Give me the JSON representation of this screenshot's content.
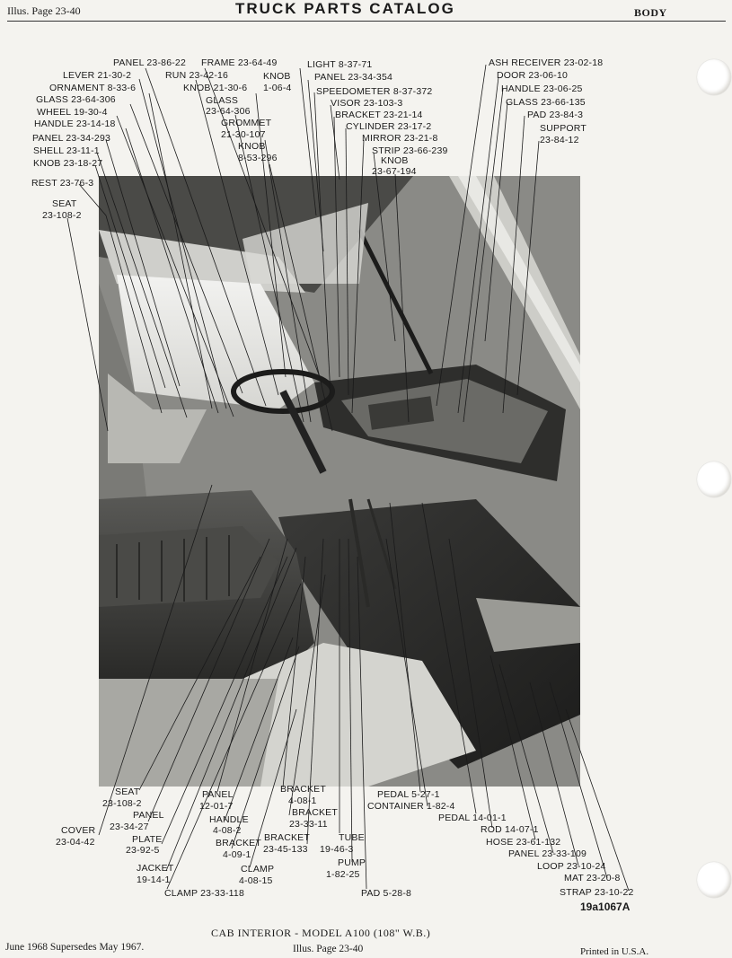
{
  "header": {
    "left": "Illus. Page 23-40",
    "center": "TRUCK PARTS CATALOG",
    "right": "BODY"
  },
  "callouts_top": [
    {
      "key": "panel_86_22",
      "text": "PANEL 23-86-22"
    },
    {
      "key": "frame",
      "text": "FRAME 23-64-49"
    },
    {
      "key": "lever",
      "text": "LEVER 21-30-2"
    },
    {
      "key": "run",
      "text": "RUN 23-42-16"
    },
    {
      "key": "knob_1064",
      "text": "KNOB"
    },
    {
      "key": "knob_1064b",
      "text": "1-06-4"
    },
    {
      "key": "ornament",
      "text": "ORNAMENT 8-33-6"
    },
    {
      "key": "knob_21306",
      "text": "KNOB 21-30-6"
    },
    {
      "key": "glass_306",
      "text": "GLASS 23-64-306"
    },
    {
      "key": "glass_center",
      "text": "GLASS"
    },
    {
      "key": "glass_center_b",
      "text": "23-64-306"
    },
    {
      "key": "wheel",
      "text": "WHEEL 19-30-4"
    },
    {
      "key": "handle_1418",
      "text": "HANDLE 23-14-18"
    },
    {
      "key": "grommet",
      "text": "GROMMET"
    },
    {
      "key": "grommet_b",
      "text": "21-30-107"
    },
    {
      "key": "panel_293",
      "text": "PANEL 23-34-293"
    },
    {
      "key": "knob_853",
      "text": "KNOB"
    },
    {
      "key": "knob_853b",
      "text": "8-53-296"
    },
    {
      "key": "shell",
      "text": "SHELL 23-11-1"
    },
    {
      "key": "knob_1827",
      "text": "KNOB 23-18-27"
    },
    {
      "key": "rest",
      "text": "REST 23-76-3"
    },
    {
      "key": "seat_top",
      "text": "SEAT"
    },
    {
      "key": "seat_top_b",
      "text": "23-108-2"
    },
    {
      "key": "light",
      "text": "LIGHT 8-37-71"
    },
    {
      "key": "panel_354",
      "text": "PANEL 23-34-354"
    },
    {
      "key": "speedometer",
      "text": "SPEEDOMETER 8-37-372"
    },
    {
      "key": "visor",
      "text": "VISOR 23-103-3"
    },
    {
      "key": "bracket_2114",
      "text": "BRACKET 23-21-14"
    },
    {
      "key": "cylinder",
      "text": "CYLINDER 23-17-2"
    },
    {
      "key": "mirror",
      "text": "MIRROR 23-21-8"
    },
    {
      "key": "strip",
      "text": "STRIP 23-66-239"
    },
    {
      "key": "knob_67",
      "text": "KNOB"
    },
    {
      "key": "knob_67b",
      "text": "23-67-194"
    },
    {
      "key": "ash",
      "text": "ASH RECEIVER 23-02-18"
    },
    {
      "key": "door",
      "text": "DOOR 23-06-10"
    },
    {
      "key": "handle_0625",
      "text": "HANDLE 23-06-25"
    },
    {
      "key": "glass_135",
      "text": "GLASS 23-66-135"
    },
    {
      "key": "pad_843",
      "text": "PAD 23-84-3"
    },
    {
      "key": "support",
      "text": "SUPPORT"
    },
    {
      "key": "support_b",
      "text": "23-84-12"
    }
  ],
  "callouts_bottom": [
    {
      "key": "seat_b1",
      "text": "SEAT"
    },
    {
      "key": "seat_b2",
      "text": "23-108-2"
    },
    {
      "key": "panel_27a",
      "text": "PANEL"
    },
    {
      "key": "panel_27b",
      "text": "23-34-27"
    },
    {
      "key": "cover_a",
      "text": "COVER"
    },
    {
      "key": "cover_b",
      "text": "23-04-42"
    },
    {
      "key": "plate_a",
      "text": "PLATE"
    },
    {
      "key": "plate_b",
      "text": "23-92-5"
    },
    {
      "key": "jacket_a",
      "text": "JACKET"
    },
    {
      "key": "jacket_b",
      "text": "19-14-1"
    },
    {
      "key": "clamp_118",
      "text": "CLAMP 23-33-118"
    },
    {
      "key": "panel_017a",
      "text": "PANEL"
    },
    {
      "key": "panel_017b",
      "text": "12-01-7"
    },
    {
      "key": "handle_082a",
      "text": "HANDLE"
    },
    {
      "key": "handle_082b",
      "text": "4-08-2"
    },
    {
      "key": "bracket_091a",
      "text": "BRACKET"
    },
    {
      "key": "bracket_091b",
      "text": "4-09-1"
    },
    {
      "key": "clamp_0815a",
      "text": "CLAMP"
    },
    {
      "key": "clamp_0815b",
      "text": "4-08-15"
    },
    {
      "key": "bracket_081a",
      "text": "BRACKET"
    },
    {
      "key": "bracket_081b",
      "text": "4-08-1"
    },
    {
      "key": "bracket_3311a",
      "text": "BRACKET"
    },
    {
      "key": "bracket_3311b",
      "text": "23-33-11"
    },
    {
      "key": "bracket_45a",
      "text": "BRACKET"
    },
    {
      "key": "bracket_45b",
      "text": "23-45-133"
    },
    {
      "key": "tube_a",
      "text": "TUBE"
    },
    {
      "key": "tube_b",
      "text": "19-46-3"
    },
    {
      "key": "pump_a",
      "text": "PUMP"
    },
    {
      "key": "pump_b",
      "text": "1-82-25"
    },
    {
      "key": "pad_288",
      "text": "PAD 5-28-8"
    },
    {
      "key": "pedal_271",
      "text": "PEDAL 5-27-1"
    },
    {
      "key": "container",
      "text": "CONTAINER 1-82-4"
    },
    {
      "key": "pedal_1401",
      "text": "PEDAL 14-01-1"
    },
    {
      "key": "rod",
      "text": "ROD 14-07-1"
    },
    {
      "key": "hose",
      "text": "HOSE 23-61-132"
    },
    {
      "key": "panel_109",
      "text": "PANEL 23-33-109"
    },
    {
      "key": "loop",
      "text": "LOOP 23-10-24"
    },
    {
      "key": "mat",
      "text": "MAT 23-20-8"
    },
    {
      "key": "strap",
      "text": "STRAP 23-10-22"
    }
  ],
  "figure_number": "19a1067A",
  "caption": "CAB INTERIOR - MODEL A100 (108\" W.B.)",
  "footer": {
    "left": "June 1968 Supersedes May 1967.",
    "center": "Illus. Page 23-40",
    "right": "Printed in U.S.A."
  }
}
